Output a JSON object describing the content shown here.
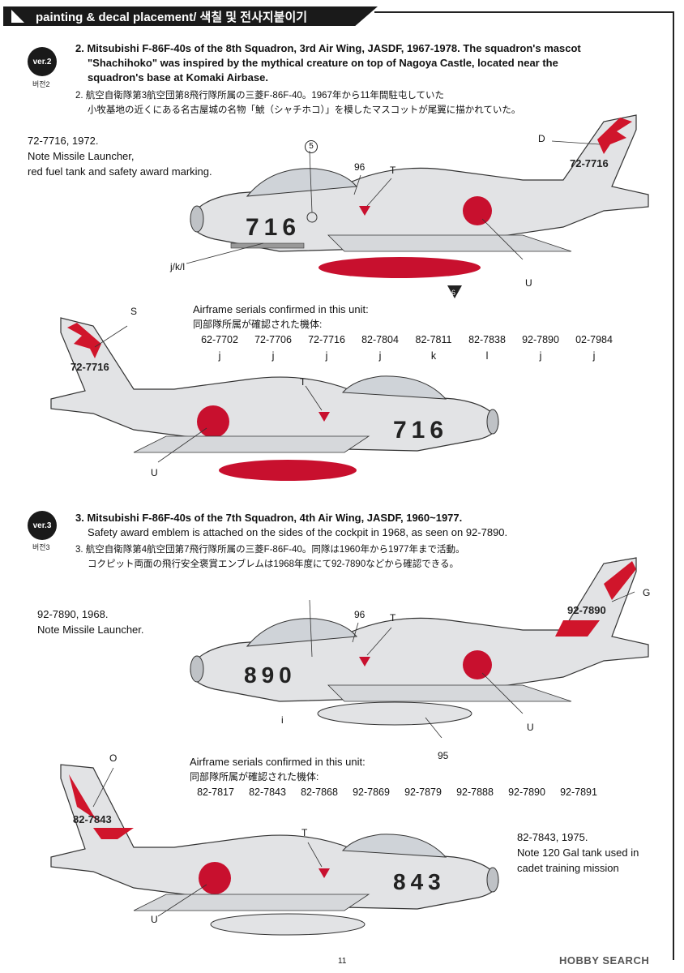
{
  "header": {
    "title": "painting & decal placement/ 색칠 및 전사지붙이기"
  },
  "version2": {
    "badge": "ver.2",
    "badge_sub": "버전2",
    "desc_line1": "2. Mitsubishi F-86F-40s of the 8th Squadron, 3rd Air Wing, JASDF, 1967-1978. The squadron's mascot",
    "desc_line2": "\"Shachihoko\" was inspired by the mythical creature on top of Nagoya Castle, located near the",
    "desc_line3": "squadron's base at Komaki Airbase.",
    "jp_line1": "2. 航空自衛隊第3航空団第8飛行隊所属の三菱F-86F-40。1967年から11年間駐屯していた",
    "jp_line2": "小牧基地の近くにある名古屋城の名物「鯱（シャチホコ）」を模したマスコットが尾翼に描かれていた。",
    "note_line1": "72-7716, 1972.",
    "note_line2": "Note Missile Launcher,",
    "note_line3": "red fuel tank and safety award marking.",
    "tail_code": "72-7716",
    "nose_number": "716",
    "labels": {
      "five": "5",
      "ninety_six": "96",
      "T": "T",
      "D": "D",
      "jkl": "j/k/l",
      "U": "U",
      "six": "6",
      "S": "S"
    },
    "serials_header_en": "Airframe serials confirmed in this unit:",
    "serials_header_jp": "同部隊所属が確認された機体:",
    "serials": [
      "62-7702",
      "72-7706",
      "72-7716",
      "82-7804",
      "82-7811",
      "82-7838",
      "92-7890",
      "02-7984"
    ],
    "serial_decals": [
      "j",
      "j",
      "j",
      "j",
      "k",
      "l",
      "j",
      "j"
    ]
  },
  "version3": {
    "badge": "ver.3",
    "badge_sub": "버전3",
    "desc_line1": "3. Mitsubishi F-86F-40s of the 7th Squadron, 4th Air Wing, JASDF, 1960~1977.",
    "desc_line2": "Safety award emblem is attached on the sides of the cockpit in 1968, as seen on 92-7890.",
    "jp_line1": "3. 航空自衛隊第4航空団第7飛行隊所属の三菱F-86F-40。同隊は1960年から1977年まで活動。",
    "jp_line2": "コクピット両面の飛行安全褒賞エンブレムは1968年度にて92-7890などから確認できる。",
    "note1_line1": "92-7890, 1968.",
    "note1_line2": "Note Missile Launcher.",
    "tail_code1": "92-7890",
    "nose_number1": "890",
    "labels": {
      "ninety_six": "96",
      "T": "T",
      "G": "G",
      "i": "i",
      "U": "U",
      "ninety_five": "95",
      "O": "O",
      "T2": "T",
      "U2": "U"
    },
    "serials_header_en": "Airframe serials confirmed in this unit:",
    "serials_header_jp": "同部隊所属が確認された機体:",
    "serials": [
      "82-7817",
      "82-7843",
      "82-7868",
      "92-7869",
      "92-7879",
      "92-7888",
      "92-7890",
      "92-7891"
    ],
    "note2_line1": "82-7843, 1975.",
    "note2_line2": "Note 120 Gal tank used in",
    "note2_line3": "cadet training mission",
    "tail_code2": "82-7843",
    "nose_number2": "843"
  },
  "page_number": "11",
  "watermark": "HOBBY SEARCH",
  "colors": {
    "hinomaru": "#c8102e",
    "fuel_tank": "#c8102e",
    "tail_red": "#d0152b",
    "aluminium": "#e2e3e5",
    "outline": "#333333"
  }
}
